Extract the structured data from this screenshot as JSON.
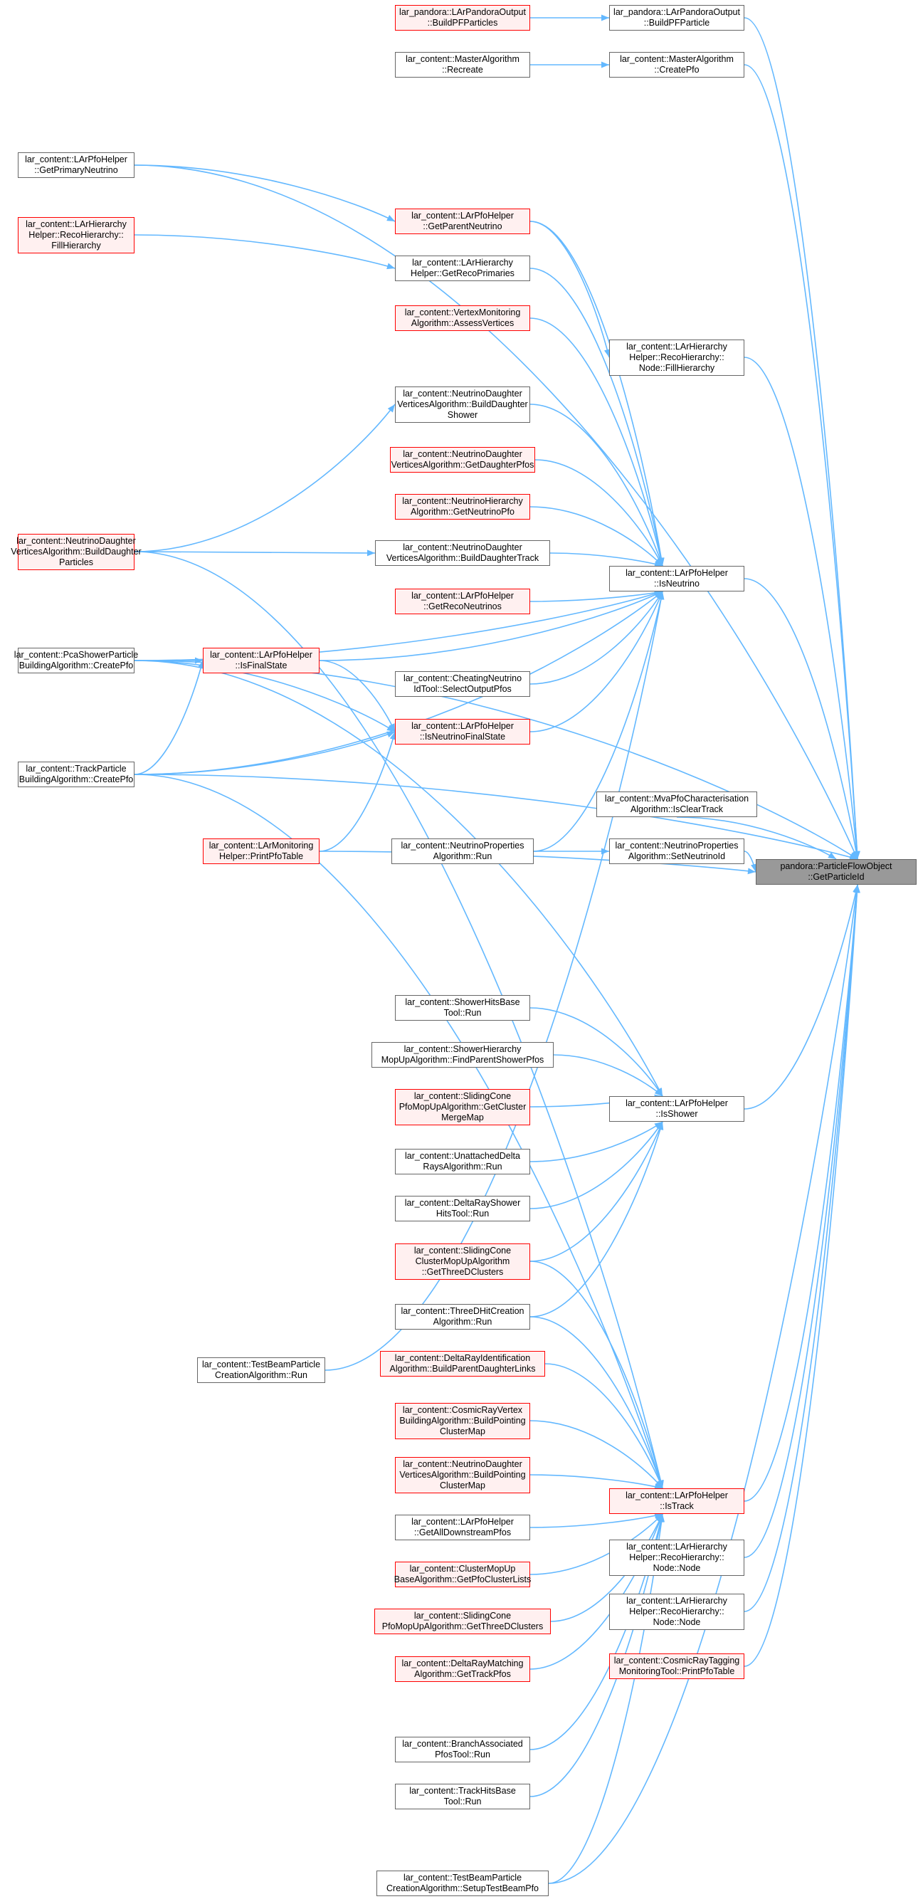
{
  "nodes": [
    {
      "id": "root",
      "lines": [
        "pandora::ParticleFlowObject",
        "::GetParticleId"
      ],
      "red": false,
      "root": true
    },
    {
      "id": "lpo_bpfp_r",
      "lines": [
        "lar_pandora::LArPandoraOutput",
        "::BuildPFParticles"
      ],
      "red": true
    },
    {
      "id": "lpo_bpfp",
      "lines": [
        "lar_pandora::LArPandoraOutput",
        "::BuildPFParticle"
      ],
      "red": false
    },
    {
      "id": "ma_recreate",
      "lines": [
        "lar_content::MasterAlgorithm",
        "::Recreate"
      ],
      "red": false
    },
    {
      "id": "ma_createpfo",
      "lines": [
        "lar_content::MasterAlgorithm",
        "::CreatePfo"
      ],
      "red": false
    },
    {
      "id": "getprimnu",
      "lines": [
        "lar_content::LArPfoHelper",
        "::GetPrimaryNeutrino"
      ],
      "red": false
    },
    {
      "id": "fillhier",
      "lines": [
        "lar_content::LArHierarchy",
        "Helper::RecoHierarchy::",
        "FillHierarchy"
      ],
      "red": true
    },
    {
      "id": "getparentnu",
      "lines": [
        "lar_content::LArPfoHelper",
        "::GetParentNeutrino"
      ],
      "red": true
    },
    {
      "id": "getrecoprim",
      "lines": [
        "lar_content::LArHierarchy",
        "Helper::GetRecoPrimaries"
      ],
      "red": false
    },
    {
      "id": "vtxmon",
      "lines": [
        "lar_content::VertexMonitoring",
        "Algorithm::AssessVertices"
      ],
      "red": true
    },
    {
      "id": "node_fillhier",
      "lines": [
        "lar_content::LArHierarchy",
        "Helper::RecoHierarchy::",
        "Node::FillHierarchy"
      ],
      "red": false
    },
    {
      "id": "nd_bds",
      "lines": [
        "lar_content::NeutrinoDaughter",
        "VerticesAlgorithm::BuildDaughter",
        "Shower"
      ],
      "red": false
    },
    {
      "id": "nd_gdp",
      "lines": [
        "lar_content::NeutrinoDaughter",
        "VerticesAlgorithm::GetDaughterPfos"
      ],
      "red": true
    },
    {
      "id": "nh_gnp",
      "lines": [
        "lar_content::NeutrinoHierarchy",
        "Algorithm::GetNeutrinoPfo"
      ],
      "red": true
    },
    {
      "id": "nd_bdp",
      "lines": [
        "lar_content::NeutrinoDaughter",
        "VerticesAlgorithm::BuildDaughter",
        "Particles"
      ],
      "red": true
    },
    {
      "id": "nd_bdt",
      "lines": [
        "lar_content::NeutrinoDaughter",
        "VerticesAlgorithm::BuildDaughterTrack"
      ],
      "red": false
    },
    {
      "id": "isneutrino",
      "lines": [
        "lar_content::LArPfoHelper",
        "::IsNeutrino"
      ],
      "red": false
    },
    {
      "id": "getreconu",
      "lines": [
        "lar_content::LArPfoHelper",
        "::GetRecoNeutrinos"
      ],
      "red": true
    },
    {
      "id": "pcashower",
      "lines": [
        "lar_content::PcaShowerParticle",
        "BuildingAlgorithm::CreatePfo"
      ],
      "red": false
    },
    {
      "id": "isfinal",
      "lines": [
        "lar_content::LArPfoHelper",
        "::IsFinalState"
      ],
      "red": true
    },
    {
      "id": "cheatnu",
      "lines": [
        "lar_content::CheatingNeutrino",
        "IdTool::SelectOutputPfos"
      ],
      "red": false
    },
    {
      "id": "isnufinal",
      "lines": [
        "lar_content::LArPfoHelper",
        "::IsNeutrinoFinalState"
      ],
      "red": true
    },
    {
      "id": "trackpart",
      "lines": [
        "lar_content::TrackParticle",
        "BuildingAlgorithm::CreatePfo"
      ],
      "red": false
    },
    {
      "id": "mvapfo",
      "lines": [
        "lar_content::MvaPfoCharacterisation",
        "Algorithm::IsClearTrack"
      ],
      "red": false
    },
    {
      "id": "larmon",
      "lines": [
        "lar_content::LArMonitoring",
        "Helper::PrintPfoTable"
      ],
      "red": true
    },
    {
      "id": "nuprop_run",
      "lines": [
        "lar_content::NeutrinoProperties",
        "Algorithm::Run"
      ],
      "red": false
    },
    {
      "id": "nuprop_set",
      "lines": [
        "lar_content::NeutrinoProperties",
        "Algorithm::SetNeutrinoId"
      ],
      "red": false
    },
    {
      "id": "showerhits",
      "lines": [
        "lar_content::ShowerHitsBase",
        "Tool::Run"
      ],
      "red": false
    },
    {
      "id": "showerhier",
      "lines": [
        "lar_content::ShowerHierarchy",
        "MopUpAlgorithm::FindParentShowerPfos"
      ],
      "red": false
    },
    {
      "id": "slidecone_gcm",
      "lines": [
        "lar_content::SlidingCone",
        "PfoMopUpAlgorithm::GetCluster",
        "MergeMap"
      ],
      "red": true
    },
    {
      "id": "isshower",
      "lines": [
        "lar_content::LArPfoHelper",
        "::IsShower"
      ],
      "red": false
    },
    {
      "id": "unatt",
      "lines": [
        "lar_content::UnattachedDelta",
        "RaysAlgorithm::Run"
      ],
      "red": false
    },
    {
      "id": "drshower",
      "lines": [
        "lar_content::DeltaRayShower",
        "HitsTool::Run"
      ],
      "red": false
    },
    {
      "id": "slidecone_3d",
      "lines": [
        "lar_content::SlidingCone",
        "ClusterMopUpAlgorithm",
        "::GetThreeDClusters"
      ],
      "red": true
    },
    {
      "id": "threedhit",
      "lines": [
        "lar_content::ThreeDHitCreation",
        "Algorithm::Run"
      ],
      "red": false
    },
    {
      "id": "drident",
      "lines": [
        "lar_content::DeltaRayIdentification",
        "Algorithm::BuildParentDaughterLinks"
      ],
      "red": true
    },
    {
      "id": "tbp_run",
      "lines": [
        "lar_content::TestBeamParticle",
        "CreationAlgorithm::Run"
      ],
      "red": false
    },
    {
      "id": "cosmicvtx",
      "lines": [
        "lar_content::CosmicRayVertex",
        "BuildingAlgorithm::BuildPointing",
        "ClusterMap"
      ],
      "red": true
    },
    {
      "id": "nd_bpcm",
      "lines": [
        "lar_content::NeutrinoDaughter",
        "VerticesAlgorithm::BuildPointing",
        "ClusterMap"
      ],
      "red": true
    },
    {
      "id": "istrack",
      "lines": [
        "lar_content::LArPfoHelper",
        "::IsTrack"
      ],
      "red": true
    },
    {
      "id": "getalldown",
      "lines": [
        "lar_content::LArPfoHelper",
        "::GetAllDownstreamPfos"
      ],
      "red": false
    },
    {
      "id": "node_node1",
      "lines": [
        "lar_content::LArHierarchy",
        "Helper::RecoHierarchy::",
        "Node::Node"
      ],
      "red": false
    },
    {
      "id": "clustermop",
      "lines": [
        "lar_content::ClusterMopUp",
        "BaseAlgorithm::GetPfoClusterLists"
      ],
      "red": true
    },
    {
      "id": "node_node2",
      "lines": [
        "lar_content::LArHierarchy",
        "Helper::RecoHierarchy::",
        "Node::Node"
      ],
      "red": false
    },
    {
      "id": "slidecone_pfo3d",
      "lines": [
        "lar_content::SlidingCone",
        "PfoMopUpAlgorithm::GetThreeDClusters"
      ],
      "red": true
    },
    {
      "id": "cosmictag",
      "lines": [
        "lar_content::CosmicRayTagging",
        "MonitoringTool::PrintPfoTable"
      ],
      "red": true
    },
    {
      "id": "drmatch",
      "lines": [
        "lar_content::DeltaRayMatching",
        "Algorithm::GetTrackPfos"
      ],
      "red": true
    },
    {
      "id": "branchassoc",
      "lines": [
        "lar_content::BranchAssociated",
        "PfosTool::Run"
      ],
      "red": false
    },
    {
      "id": "trackhits",
      "lines": [
        "lar_content::TrackHitsBase",
        "Tool::Run"
      ],
      "red": false
    },
    {
      "id": "tbp_setup",
      "lines": [
        "lar_content::TestBeamParticle",
        "CreationAlgorithm::SetupTestBeamPfo"
      ],
      "red": false
    }
  ],
  "edges": [
    [
      "lpo_bpfp_r",
      "lpo_bpfp"
    ],
    [
      "ma_recreate",
      "ma_createpfo"
    ],
    [
      "getprimnu",
      "getparentnu"
    ],
    [
      "fillhier",
      "getrecoprim"
    ],
    [
      "getparentnu",
      "node_fillhier"
    ],
    [
      "nd_bdp",
      "nd_bds"
    ],
    [
      "nd_bdp",
      "nd_bdt"
    ],
    [
      "pcashower",
      "isfinal"
    ],
    [
      "isfinal",
      "isnufinal"
    ],
    [
      "trackpart",
      "isfinal"
    ],
    [
      "pcashower",
      "isnufinal"
    ],
    [
      "trackpart",
      "isnufinal"
    ],
    [
      "larmon",
      "isnufinal"
    ],
    [
      "nuprop_run",
      "nuprop_set"
    ],
    [
      "getparentnu",
      "isneutrino"
    ],
    [
      "getrecoprim",
      "isneutrino"
    ],
    [
      "vtxmon",
      "isneutrino"
    ],
    [
      "nd_bds",
      "isneutrino"
    ],
    [
      "nd_gdp",
      "isneutrino"
    ],
    [
      "nh_gnp",
      "isneutrino"
    ],
    [
      "nd_bdt",
      "isneutrino"
    ],
    [
      "getreconu",
      "isneutrino"
    ],
    [
      "isfinal",
      "isneutrino"
    ],
    [
      "cheatnu",
      "isneutrino"
    ],
    [
      "isnufinal",
      "isneutrino"
    ],
    [
      "trackpart",
      "isneutrino"
    ],
    [
      "nuprop_run",
      "isneutrino"
    ],
    [
      "pcashower",
      "isneutrino"
    ],
    [
      "tbp_run",
      "isneutrino"
    ],
    [
      "showerhits",
      "isshower"
    ],
    [
      "showerhier",
      "isshower"
    ],
    [
      "slidecone_gcm",
      "isshower"
    ],
    [
      "unatt",
      "isshower"
    ],
    [
      "drshower",
      "isshower"
    ],
    [
      "slidecone_3d",
      "isshower"
    ],
    [
      "threedhit",
      "isshower"
    ],
    [
      "pcashower",
      "isshower"
    ],
    [
      "slidecone_3d",
      "istrack"
    ],
    [
      "threedhit",
      "istrack"
    ],
    [
      "drident",
      "istrack"
    ],
    [
      "cosmicvtx",
      "istrack"
    ],
    [
      "nd_bpcm",
      "istrack"
    ],
    [
      "getalldown",
      "istrack"
    ],
    [
      "clustermop",
      "istrack"
    ],
    [
      "slidecone_pfo3d",
      "istrack"
    ],
    [
      "drmatch",
      "istrack"
    ],
    [
      "branchassoc",
      "istrack"
    ],
    [
      "trackhits",
      "istrack"
    ],
    [
      "tbp_setup",
      "istrack"
    ],
    [
      "trackpart",
      "istrack"
    ],
    [
      "nd_bdp",
      "istrack"
    ],
    [
      "lpo_bpfp",
      "root"
    ],
    [
      "ma_createpfo",
      "root"
    ],
    [
      "getprimnu",
      "root"
    ],
    [
      "node_fillhier",
      "root"
    ],
    [
      "isneutrino",
      "root"
    ],
    [
      "mvapfo",
      "root"
    ],
    [
      "nuprop_set",
      "root"
    ],
    [
      "larmon",
      "root"
    ],
    [
      "trackpart",
      "root"
    ],
    [
      "isshower",
      "root"
    ],
    [
      "istrack",
      "root"
    ],
    [
      "node_node1",
      "root"
    ],
    [
      "node_node2",
      "root"
    ],
    [
      "cosmictag",
      "root"
    ],
    [
      "tbp_setup",
      "root"
    ],
    [
      "pcashower",
      "root"
    ]
  ]
}
